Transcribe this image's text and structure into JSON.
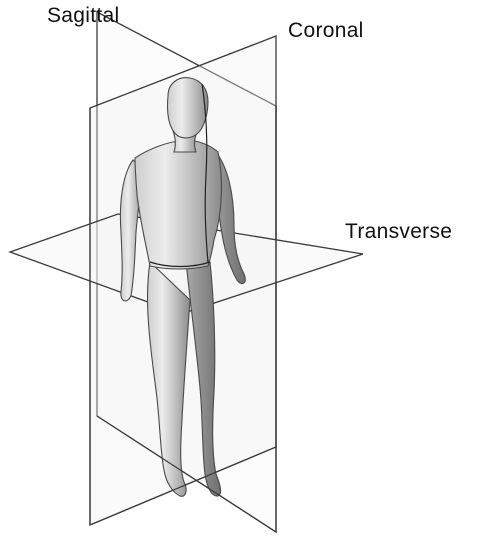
{
  "labels": {
    "sagittal": "Sagittal",
    "coronal": "Coronal",
    "transverse": "Transverse"
  },
  "colors": {
    "plane_line": "#3a3a3a",
    "plane_fill": "#f4f4f4",
    "body_light": "#e2e2e2",
    "body_mid": "#b0b0b0",
    "body_dark": "#7d7d7d",
    "outline": "#4a4a4a"
  }
}
